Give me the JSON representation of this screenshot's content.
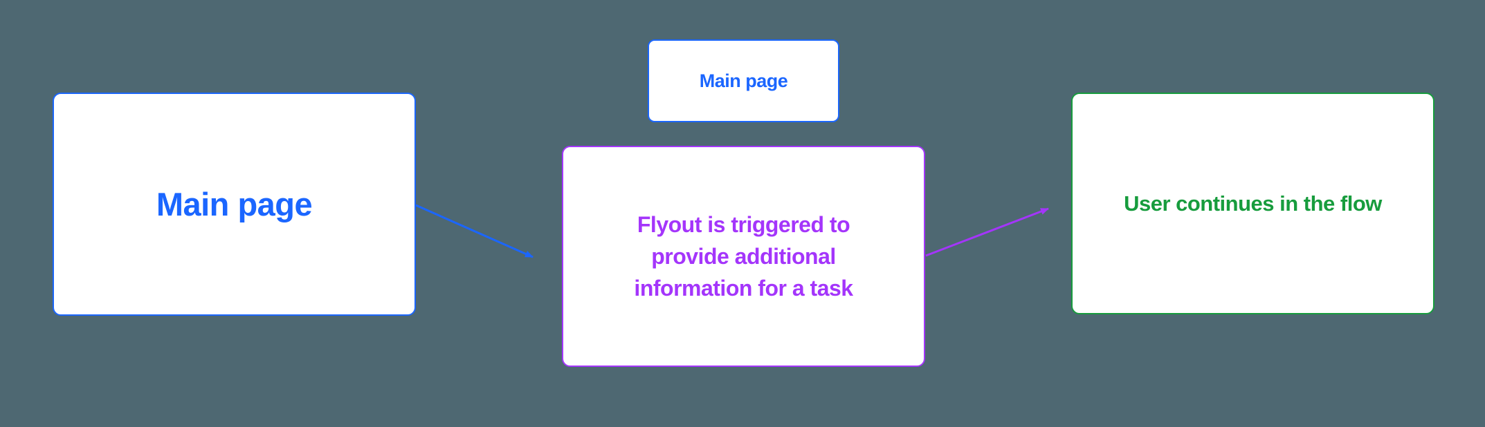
{
  "diagram": {
    "background_color": "#4e6872",
    "node_fill_color": "#ffffff",
    "colors": {
      "blue": "#1b66ff",
      "purple": "#a435fb",
      "green": "#179c3d"
    },
    "nodes": {
      "main_page_large": {
        "label": "Main page",
        "color": "#1b66ff"
      },
      "main_page_small": {
        "label": "Main page",
        "color": "#1b66ff"
      },
      "flyout": {
        "label": "Flyout is triggered to provide additional information for a task",
        "lines": [
          "Flyout is triggered to",
          "provide additional",
          "information for a task"
        ],
        "color": "#a435fb"
      },
      "user_continues": {
        "label": "User continues in the flow",
        "color": "#179c3d"
      }
    },
    "edges": {
      "main_to_flyout": {
        "from": "main_page_large",
        "to": "flyout",
        "color": "#1b66ff"
      },
      "flyout_to_continue": {
        "from": "flyout",
        "to": "user_continues",
        "color": "#a435fb"
      }
    }
  }
}
